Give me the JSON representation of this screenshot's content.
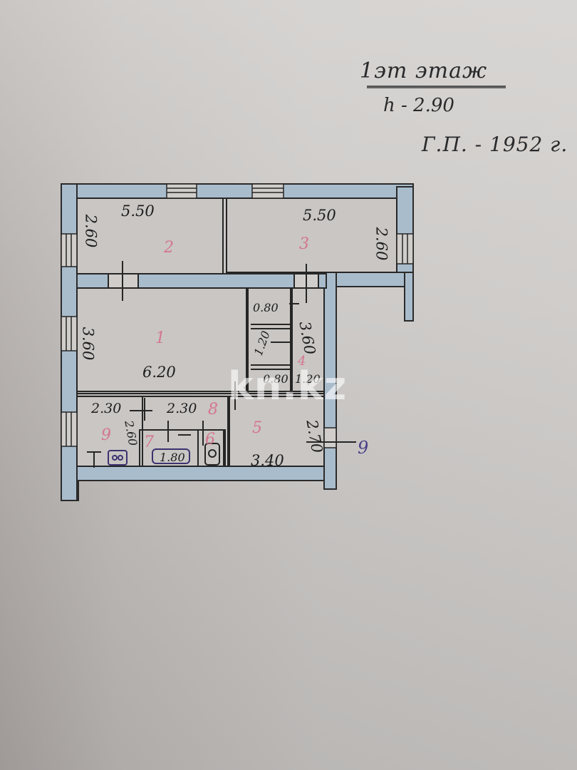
{
  "header": {
    "floor_label": "1эт этаж",
    "ceiling_height": "h - 2.90",
    "year_built": "Г.П. - 1952 г."
  },
  "rooms": [
    {
      "id": "1",
      "number": "1",
      "width": "6.20",
      "depth": "3.60"
    },
    {
      "id": "2",
      "number": "2",
      "width": "5.50",
      "depth": "2.60"
    },
    {
      "id": "3",
      "number": "3",
      "width": "5.50",
      "depth": "2.60"
    },
    {
      "id": "4",
      "number": "4",
      "width": "1.20",
      "depth": "3.60",
      "closets": [
        "0.80",
        "1.20",
        "0.80"
      ]
    },
    {
      "id": "5",
      "number": "5",
      "width": "3.40",
      "depth": "2.70"
    },
    {
      "id": "6",
      "number": "6"
    },
    {
      "id": "7",
      "number": "7",
      "bath_length": "1.80"
    },
    {
      "id": "8",
      "number": "8",
      "width": "2.30"
    },
    {
      "id": "9",
      "number": "9",
      "width": "2.30",
      "depth": "2.60"
    }
  ],
  "annotations": {
    "section_mark": "9"
  },
  "watermark": "kn.kz",
  "colors": {
    "paper": "#c4c1bf",
    "wall_fill": "#a9bccc",
    "ink": "#2a2a2c",
    "room_number": "#d4768e",
    "purple_ink": "#4b3f86"
  }
}
